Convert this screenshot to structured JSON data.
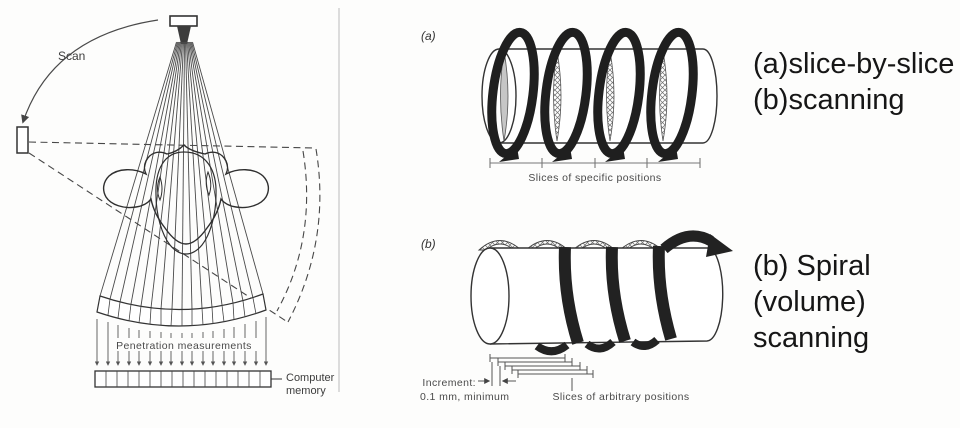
{
  "colors": {
    "ink": "#3a3a3a",
    "ring": "#1f1f1f",
    "caption_text": "#161616",
    "slice_fill": "#c6c6c6",
    "page_edge": "#dcdcdc"
  },
  "scanner": {
    "scan_label": "Scan",
    "penetration_label": "Penetration measurements",
    "memory_label_1": "Computer",
    "memory_label_2": "memory"
  },
  "slice_panel": {
    "label": "(a)",
    "axis_label": "Slices of specific positions"
  },
  "spiral_panel": {
    "label": "(b)",
    "increment_1": "Increment:",
    "increment_2": "0.1 mm, minimum",
    "axis_label": "Slices of arbitrary positions"
  },
  "captions": {
    "a_line1": "(a)slice-by-slice",
    "a_line2": "(b)scanning",
    "b_line1": "(b) Spiral (volume)",
    "b_line2": "scanning"
  }
}
